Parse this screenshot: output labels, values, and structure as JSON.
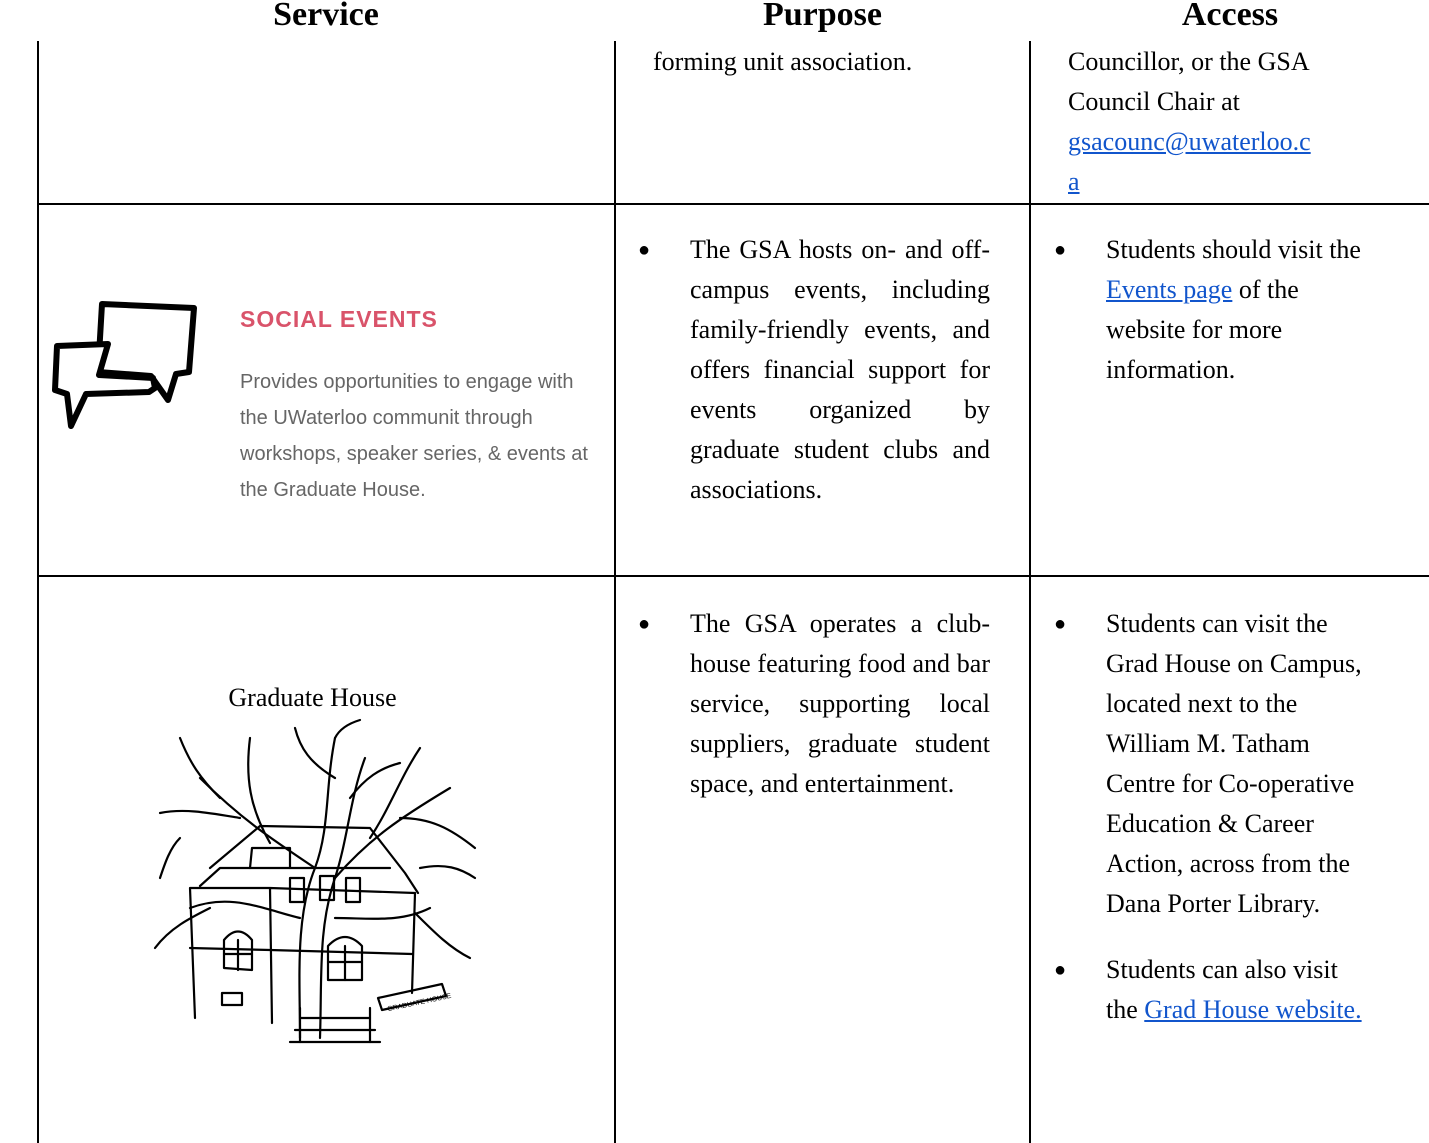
{
  "headers": {
    "service": "Service",
    "purpose": "Purpose",
    "access": "Access"
  },
  "row1": {
    "purpose": "forming unit association.",
    "access_lines": [
      "Councillor, or the GSA",
      "Council Chair at"
    ],
    "email_line1": "gsacounc@uwaterloo.c",
    "email_line2": "a"
  },
  "row2": {
    "service_title": "SOCIAL EVENTS",
    "service_desc": "Provides opportunities to engage with the UWaterloo communit through workshops, speaker series, & events at the Graduate House.",
    "purpose": "The GSA hosts on- and off-campus events, including family-friendly events, and offers financial support for events organized by graduate student clubs and associations.",
    "access_pre": "Students should visit the ",
    "access_link": "Events page",
    "access_post": " of the website for more information."
  },
  "row3": {
    "service_label": "Graduate House",
    "drawing_sign": "GRADUATE HOUSE",
    "purpose": "The GSA operates a club-house featuring food and bar service, supporting local suppliers, graduate student space, and entertainment.",
    "access1": "Students can visit the Grad House on Campus, located next to the William M. Tatham Centre for Co-operative Education & Career Action, across from the Dana Porter Library.",
    "access2_pre": "Students can also visit the ",
    "access2_link": "Grad House website."
  },
  "bullet": "●",
  "colors": {
    "link": "#1155cc",
    "social_title": "#d9536a",
    "social_desc": "#666666"
  },
  "icons": {
    "social_events": "chat-bubbles-icon"
  }
}
